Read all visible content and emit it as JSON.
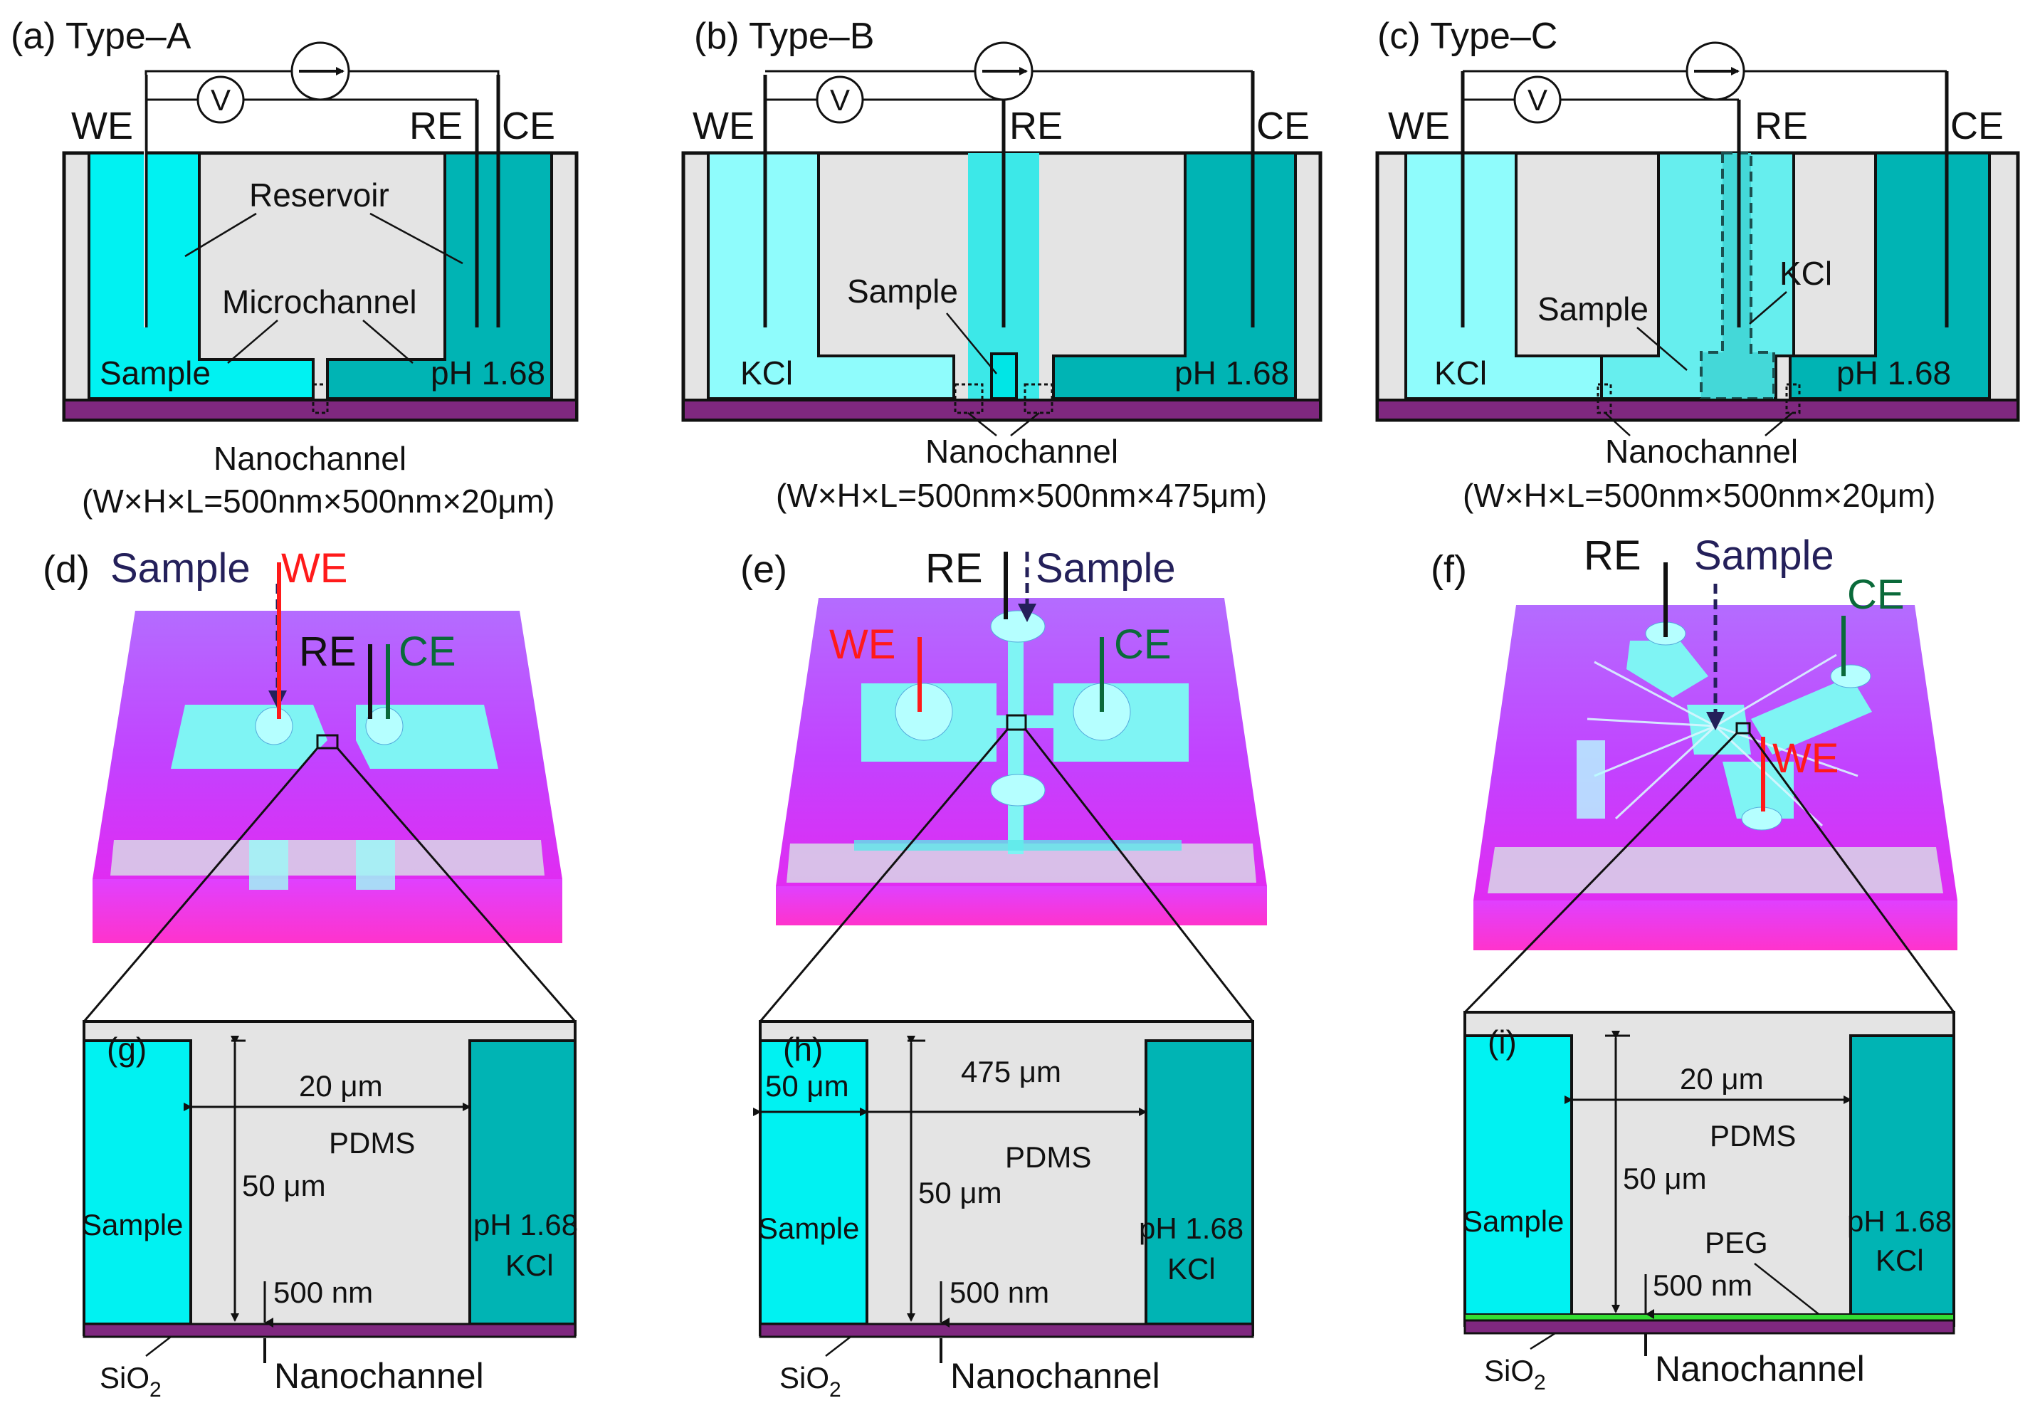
{
  "colors": {
    "sample_cyan": "#00f2f2",
    "kcl_light_cyan": "#8ffcfc",
    "ph_teal": "#00b4b4",
    "pdms_gray": "#e4e4e4",
    "sio2_purple": "#7f287f",
    "peg_green": "#33dd33",
    "chip_magenta": "#c040ff",
    "we_red": "#ff1a1a",
    "ce_green": "#0a6a3a",
    "sample_navy": "#24205a"
  },
  "panel_a": {
    "title": "(a) Type–A",
    "we": "WE",
    "re": "RE",
    "ce": "CE",
    "v": "V",
    "reservoir": "Reservoir",
    "microchannel": "Microchannel",
    "sample": "Sample",
    "ph": "pH 1.68",
    "nanochannel": "Nanochannel",
    "dims": "(W×H×L=500nm×500nm×20μm)"
  },
  "panel_b": {
    "title": "(b) Type–B",
    "we": "WE",
    "re": "RE",
    "ce": "CE",
    "v": "V",
    "sample": "Sample",
    "kcl": "KCl",
    "ph": "pH 1.68",
    "nanochannel": "Nanochannel",
    "dims": "(W×H×L=500nm×500nm×475μm)"
  },
  "panel_c": {
    "title": "(c) Type–C",
    "we": "WE",
    "re": "RE",
    "ce": "CE",
    "v": "V",
    "kcl_right": "KCl",
    "sample": "Sample",
    "kcl_left": "KCl",
    "ph": "pH 1.68",
    "nanochannel": "Nanochannel",
    "dims": "(W×H×L=500nm×500nm×20μm)"
  },
  "panel_d": {
    "label": "(d)",
    "sample": "Sample",
    "we": "WE",
    "re": "RE",
    "ce": "CE"
  },
  "panel_e": {
    "label": "(e)",
    "re": "RE",
    "sample": "Sample",
    "we": "WE",
    "ce": "CE"
  },
  "panel_f": {
    "label": "(f)",
    "re": "RE",
    "sample": "Sample",
    "ce": "CE",
    "we": "WE"
  },
  "panel_g": {
    "label": "(g)",
    "length": "20 μm",
    "pdms": "PDMS",
    "height": "50 μm",
    "sample": "Sample",
    "ph": "pH 1.68",
    "kcl": "KCl",
    "depth": "500 nm",
    "sio2": "SiO",
    "sio2_sub": "2",
    "nanochannel": "Nanochannel"
  },
  "panel_h": {
    "label": "(h)",
    "width": "50 μm",
    "length": "475 μm",
    "pdms": "PDMS",
    "height": "50 μm",
    "sample": "Sample",
    "ph": "pH 1.68",
    "kcl": "KCl",
    "depth": "500 nm",
    "sio2": "SiO",
    "sio2_sub": "2",
    "nanochannel": "Nanochannel"
  },
  "panel_i": {
    "label": "(i)",
    "length": "20 μm",
    "pdms": "PDMS",
    "height": "50 μm",
    "sample": "Sample",
    "ph": "pH 1.68",
    "kcl": "KCl",
    "peg": "PEG",
    "depth": "500 nm",
    "sio2": "SiO",
    "sio2_sub": "2",
    "nanochannel": "Nanochannel"
  }
}
